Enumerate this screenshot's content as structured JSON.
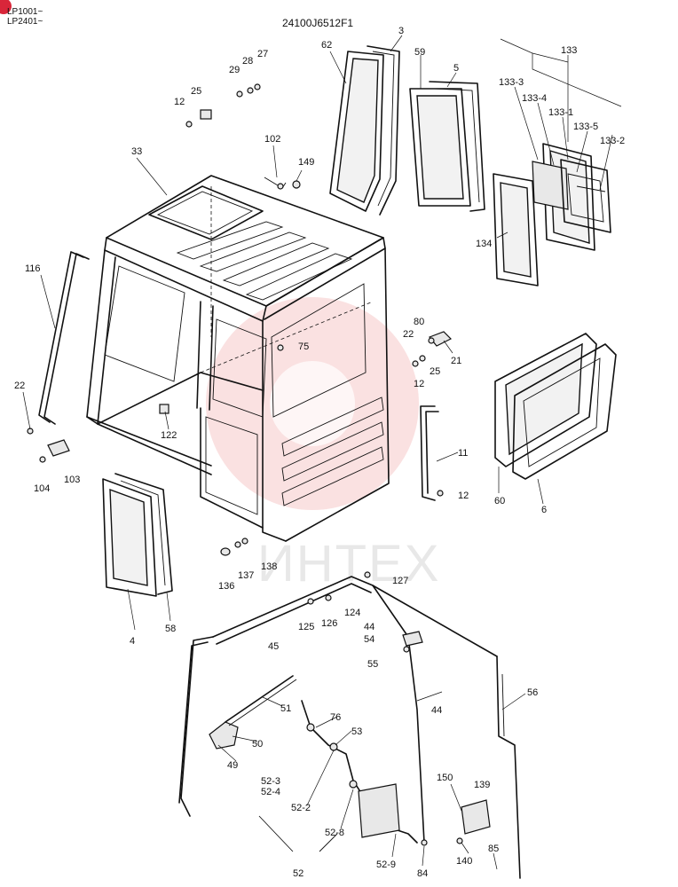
{
  "header": {
    "serials": [
      "LP1001~",
      "LP2401~"
    ],
    "drawing_number": "24100J6512F1",
    "badge_color": "#d9263a"
  },
  "watermark": {
    "text": "ИНТЕХ",
    "color": "#f6c9c9"
  },
  "part_labels": [
    {
      "id": "3",
      "text": "3"
    },
    {
      "id": "62",
      "text": "62"
    },
    {
      "id": "59",
      "text": "59"
    },
    {
      "id": "5",
      "text": "5"
    },
    {
      "id": "133",
      "text": "133"
    },
    {
      "id": "133-3",
      "text": "133-3"
    },
    {
      "id": "133-4",
      "text": "133-4"
    },
    {
      "id": "133-1",
      "text": "133-1"
    },
    {
      "id": "133-5",
      "text": "133-5"
    },
    {
      "id": "133-2",
      "text": "133-2"
    },
    {
      "id": "134",
      "text": "134"
    },
    {
      "id": "27",
      "text": "27"
    },
    {
      "id": "28",
      "text": "28"
    },
    {
      "id": "29",
      "text": "29"
    },
    {
      "id": "25a",
      "text": "25"
    },
    {
      "id": "12a",
      "text": "12"
    },
    {
      "id": "102",
      "text": "102"
    },
    {
      "id": "149",
      "text": "149"
    },
    {
      "id": "33",
      "text": "33"
    },
    {
      "id": "116",
      "text": "116"
    },
    {
      "id": "22a",
      "text": "22"
    },
    {
      "id": "80",
      "text": "80"
    },
    {
      "id": "22b",
      "text": "22"
    },
    {
      "id": "75",
      "text": "75"
    },
    {
      "id": "21",
      "text": "21"
    },
    {
      "id": "12b",
      "text": "12"
    },
    {
      "id": "25b",
      "text": "25"
    },
    {
      "id": "122",
      "text": "122"
    },
    {
      "id": "11",
      "text": "11"
    },
    {
      "id": "60",
      "text": "60"
    },
    {
      "id": "6",
      "text": "6"
    },
    {
      "id": "12c",
      "text": "12"
    },
    {
      "id": "104",
      "text": "104"
    },
    {
      "id": "103",
      "text": "103"
    },
    {
      "id": "4",
      "text": "4"
    },
    {
      "id": "58",
      "text": "58"
    },
    {
      "id": "136",
      "text": "136"
    },
    {
      "id": "137",
      "text": "137"
    },
    {
      "id": "138",
      "text": "138"
    },
    {
      "id": "127",
      "text": "127"
    },
    {
      "id": "124",
      "text": "124"
    },
    {
      "id": "125",
      "text": "125"
    },
    {
      "id": "126",
      "text": "126"
    },
    {
      "id": "44a",
      "text": "44"
    },
    {
      "id": "54",
      "text": "54"
    },
    {
      "id": "45",
      "text": "45"
    },
    {
      "id": "55",
      "text": "55"
    },
    {
      "id": "56",
      "text": "56"
    },
    {
      "id": "51",
      "text": "51"
    },
    {
      "id": "44b",
      "text": "44"
    },
    {
      "id": "76",
      "text": "76"
    },
    {
      "id": "50",
      "text": "50"
    },
    {
      "id": "53",
      "text": "53"
    },
    {
      "id": "49",
      "text": "49"
    },
    {
      "id": "52-3",
      "text": "52-3"
    },
    {
      "id": "52-4",
      "text": "52-4"
    },
    {
      "id": "150",
      "text": "150"
    },
    {
      "id": "139",
      "text": "139"
    },
    {
      "id": "52-2",
      "text": "52-2"
    },
    {
      "id": "52-8",
      "text": "52-8"
    },
    {
      "id": "140",
      "text": "140"
    },
    {
      "id": "85",
      "text": "85"
    },
    {
      "id": "52",
      "text": "52"
    },
    {
      "id": "52-9",
      "text": "52-9"
    },
    {
      "id": "84",
      "text": "84"
    }
  ]
}
